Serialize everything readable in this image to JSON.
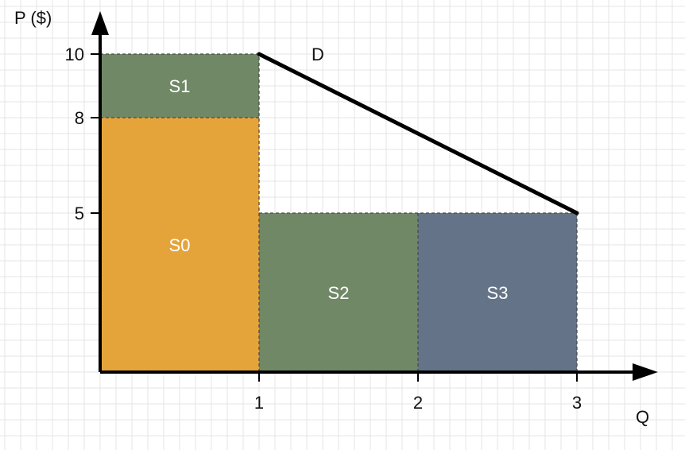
{
  "axes": {
    "y_title": "P ($)",
    "x_title": "Q",
    "y_ticks": [
      {
        "value": 10,
        "label": "10"
      },
      {
        "value": 8,
        "label": "8"
      },
      {
        "value": 5,
        "label": "5"
      }
    ],
    "x_ticks": [
      {
        "value": 1,
        "label": "1"
      },
      {
        "value": 2,
        "label": "2"
      },
      {
        "value": 3,
        "label": "3"
      }
    ],
    "x_range": [
      0,
      3.5
    ],
    "y_range": [
      0,
      11.5
    ]
  },
  "regions": [
    {
      "label": "S0",
      "x": [
        0,
        1
      ],
      "y": [
        0,
        8
      ],
      "color": "#E5A43A"
    },
    {
      "label": "S1",
      "x": [
        0,
        1
      ],
      "y": [
        8,
        10
      ],
      "color": "#708866"
    },
    {
      "label": "S2",
      "x": [
        1,
        2
      ],
      "y": [
        0,
        5
      ],
      "color": "#708866"
    },
    {
      "label": "S3",
      "x": [
        2,
        3
      ],
      "y": [
        0,
        5
      ],
      "color": "#647387"
    }
  ],
  "demand": {
    "label": "D",
    "points": [
      [
        1,
        10
      ],
      [
        3,
        5
      ]
    ],
    "color": "#000000"
  },
  "colors": {
    "grid": "#e4e4e4",
    "axis": "#000000",
    "dashed": "#4a4a4a",
    "background": "#ffffff"
  }
}
